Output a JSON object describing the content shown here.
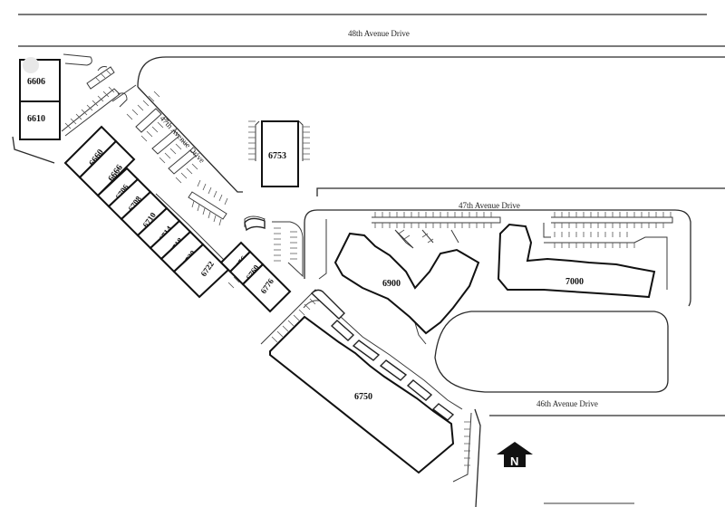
{
  "streets": {
    "ave48": "48th Avenue Drive",
    "ave47_diag": "47th Avenue Drive",
    "ave47": "47th Avenue Drive",
    "ave46": "46th Avenue Drive"
  },
  "buildings": [
    {
      "id": "b6606",
      "label": "6606"
    },
    {
      "id": "b6610",
      "label": "6610"
    },
    {
      "id": "b6660",
      "label": "6660"
    },
    {
      "id": "b6666",
      "label": "6666"
    },
    {
      "id": "b6706",
      "label": "6706"
    },
    {
      "id": "b6708",
      "label": "6708"
    },
    {
      "id": "b6710",
      "label": "6710"
    },
    {
      "id": "b6714",
      "label": "6714"
    },
    {
      "id": "b6718",
      "label": "6718"
    },
    {
      "id": "b6720",
      "label": "6720"
    },
    {
      "id": "b6722",
      "label": "6722"
    },
    {
      "id": "b6756",
      "label": "6756"
    },
    {
      "id": "b6760",
      "label": "6760"
    },
    {
      "id": "b6776",
      "label": "6776"
    },
    {
      "id": "b6753",
      "label": "6753"
    },
    {
      "id": "b6900",
      "label": "6900"
    },
    {
      "id": "b7000",
      "label": "7000"
    },
    {
      "id": "b6750",
      "label": "6750"
    }
  ],
  "north_arrow": {
    "letter": "N"
  }
}
